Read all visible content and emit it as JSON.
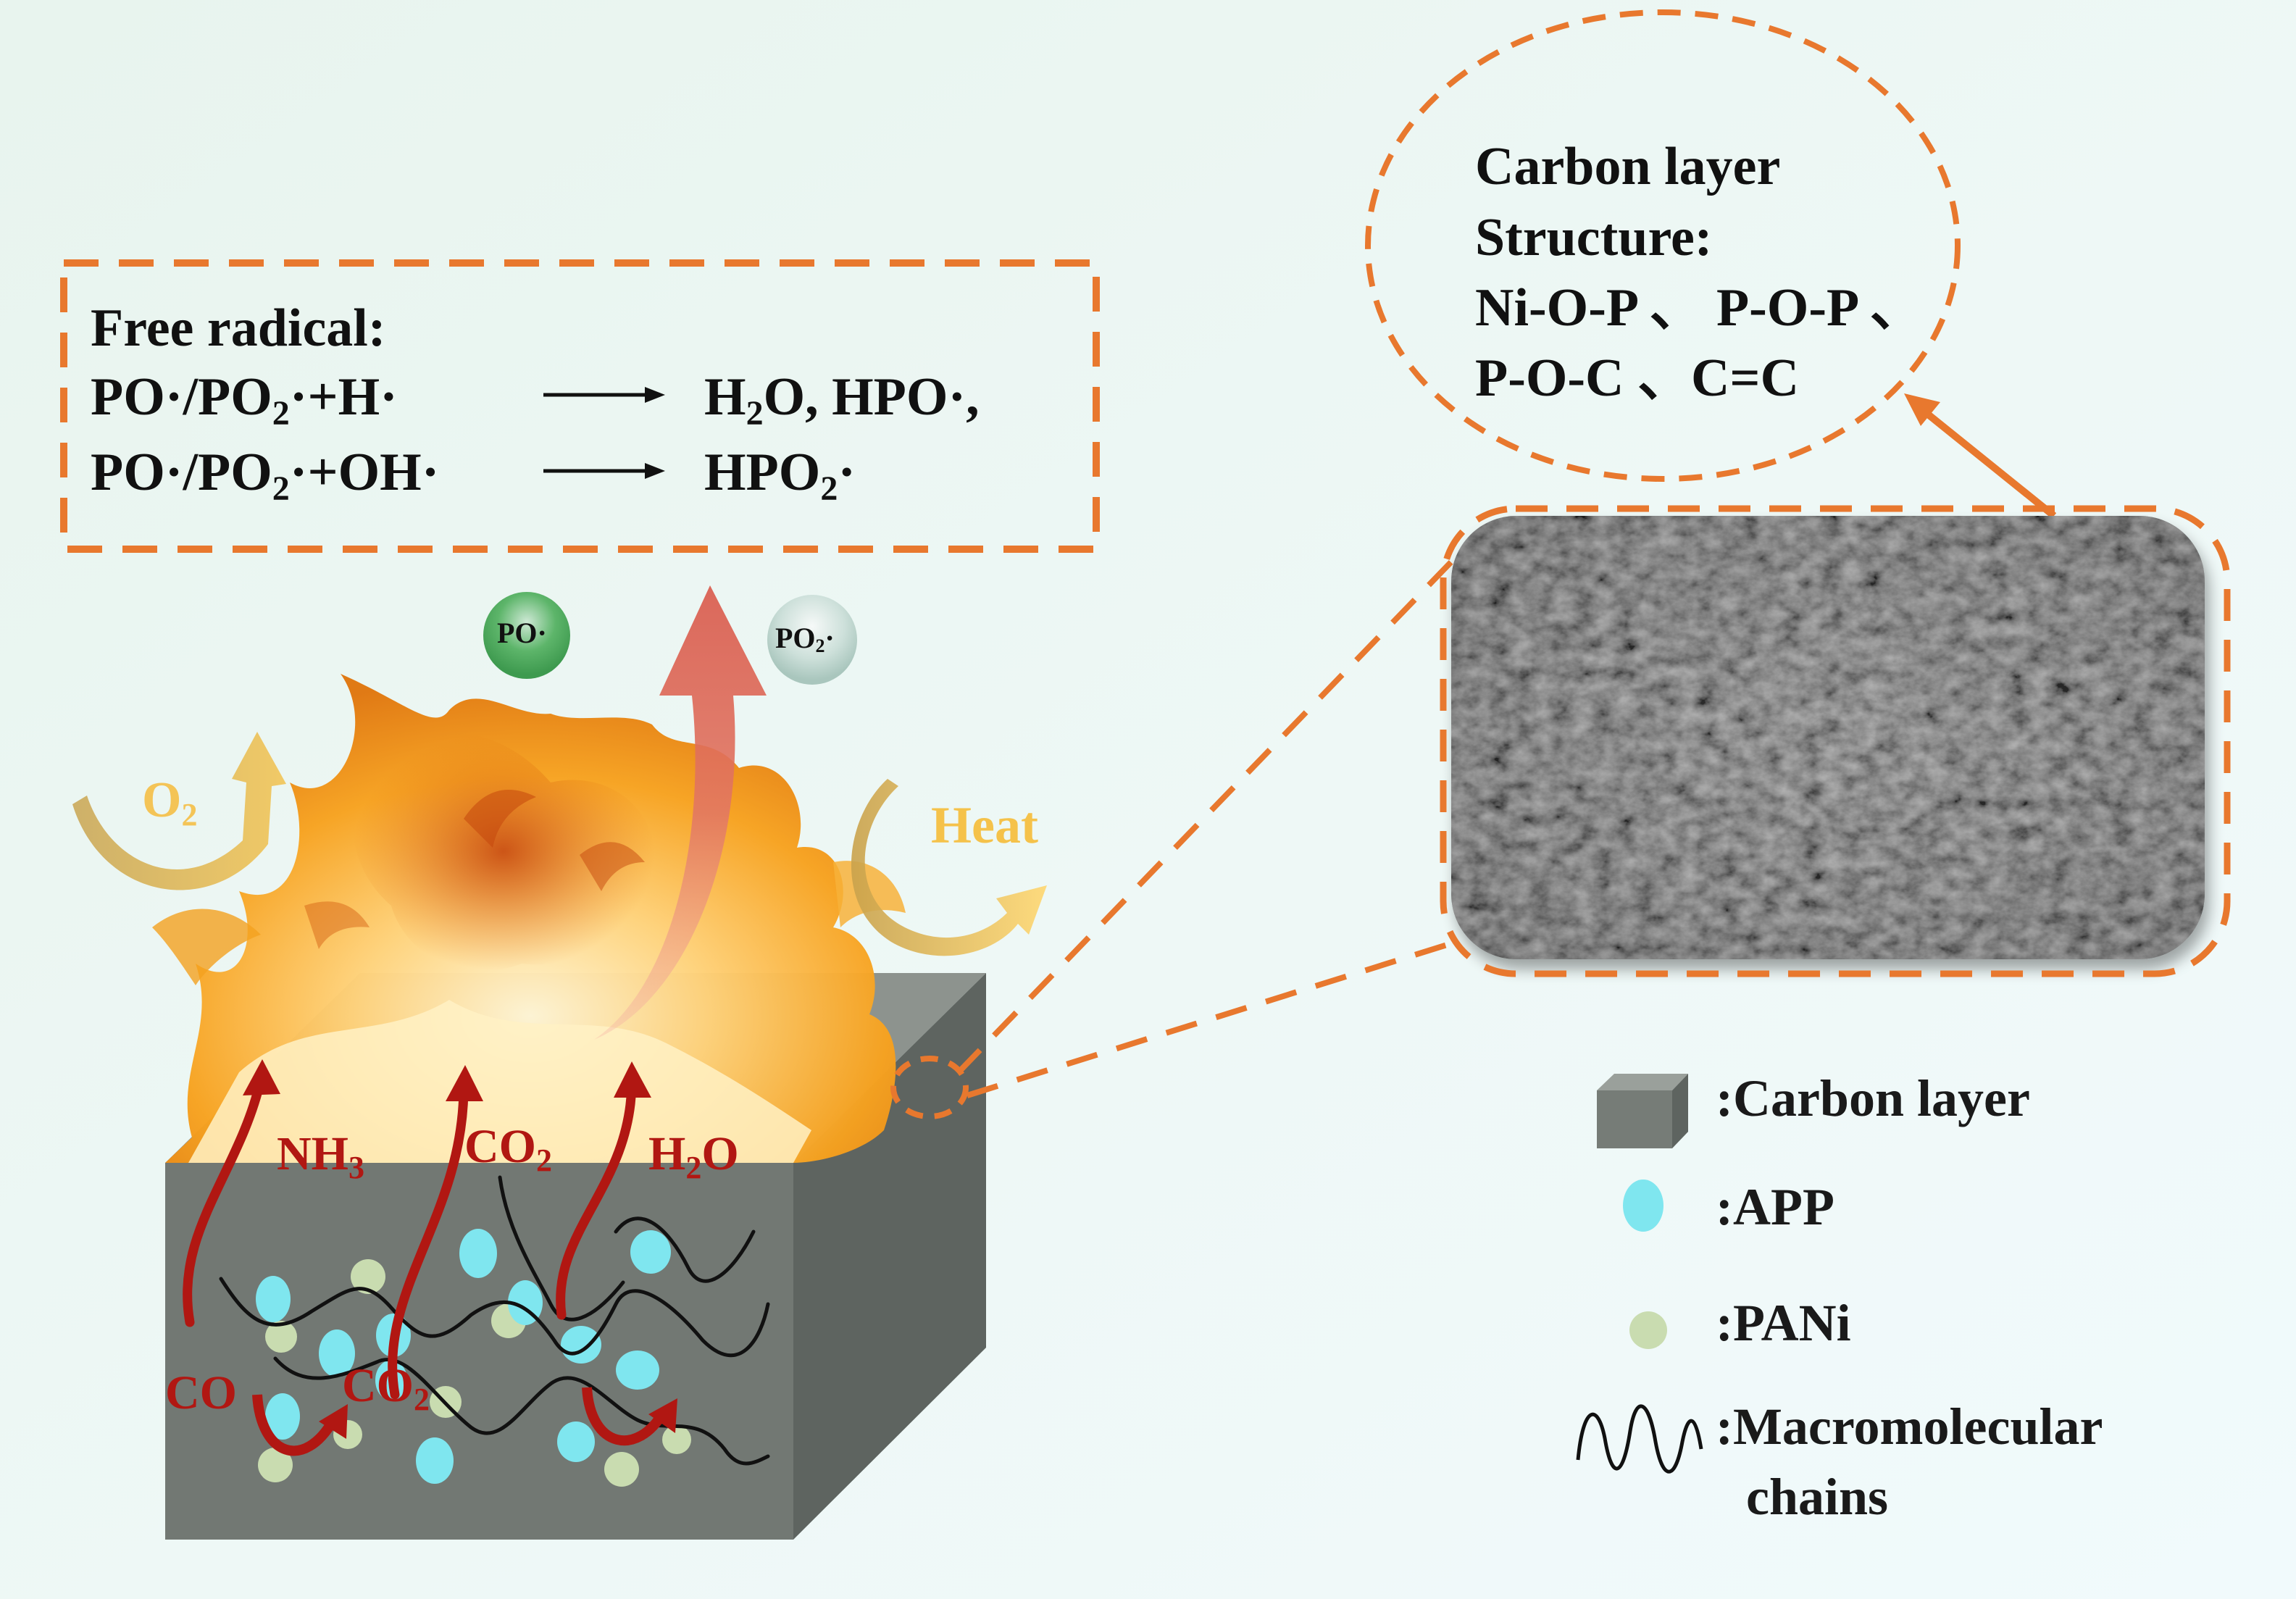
{
  "free_radical": {
    "title": "Free radical:",
    "row1": {
      "left": "PO·/PO",
      "left_sub": "2",
      "left_tail": "·+H·",
      "right_a": "H",
      "right_a_sub": "2",
      "right_b": "O, HPO·,"
    },
    "row2": {
      "left": "PO·/PO",
      "left_sub": "2",
      "left_tail": "·+OH·",
      "right": "HPO",
      "right_sub": "2",
      "right_tail": "·"
    }
  },
  "carbon_structure": {
    "line1": "Carbon layer",
    "line2": "Structure:",
    "line3": "Ni-O-P 、 P-O-P 、",
    "line4": "P-O-C 、C=C"
  },
  "radicals": {
    "po": "PO·",
    "po2": "PO",
    "po2_sub": "2",
    "po2_tail": "·"
  },
  "flame_labels": {
    "o2": "O",
    "o2_sub": "2",
    "heat": "Heat"
  },
  "gases": {
    "nh3": "NH",
    "nh3_sub": "3",
    "co2_top": "CO",
    "co2_top_sub": "2",
    "h2o": "H",
    "h2o_sub": "2",
    "h2o_tail": "O",
    "co": "CO",
    "co2_bottom": "CO",
    "co2_bottom_sub": "2"
  },
  "legend": {
    "carbon_layer": ":Carbon layer",
    "app": ":APP",
    "pani": ":PANi",
    "macro_line1": ":Macromolecular",
    "macro_line2": "chains"
  },
  "colors": {
    "dash_orange": "#E8782E",
    "gas_red": "#B11712",
    "app_cyan": "#7FE6EF",
    "pani_green": "#C9DCB0",
    "block_front": "#6F7570",
    "block_top": "#8B918C",
    "block_side": "#5A605C",
    "heat_text": "#F5C24A"
  }
}
